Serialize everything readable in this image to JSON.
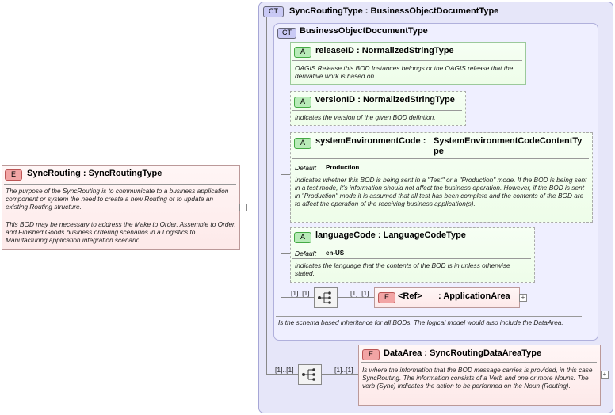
{
  "root": {
    "badge": "E",
    "name": "SyncRouting",
    "sep": ":",
    "type": "SyncRoutingType",
    "doc1": "The purpose of the SyncRouting is to communicate to a business application component or system the need to create a new Routing or to update an existing Routing structure.",
    "doc2": "This BOD may be necessary to address the Make to Order, Assemble to Order, and Finished Goods business ordering scenarios in a Logistics to Manufacturing application integration scenario.",
    "collapse": "−"
  },
  "complex_type": {
    "badge": "CT",
    "name": "SyncRoutingType",
    "sep": ":",
    "base": "BusinessObjectDocumentType"
  },
  "base_type": {
    "badge": "CT",
    "name": "BusinessObjectDocumentType",
    "doc": "Is the schema based inheritance for all BODs. The logical model would also include the DataArea."
  },
  "attributes": [
    {
      "badge": "A",
      "name": "releaseID",
      "sep": ":",
      "type": "NormalizedStringType",
      "doc": "OAGIS Release this BOD Instances belongs or the OAGIS release that the derivative work is based on."
    },
    {
      "badge": "A",
      "name": "versionID",
      "sep": ":",
      "type": "NormalizedStringType",
      "doc": "Indicates the version of the given BOD defintion."
    },
    {
      "badge": "A",
      "name": "systemEnvironmentCode",
      "sep": ":",
      "type_line1": "SystemEnvironmentCodeContentTy",
      "type_line2": "pe",
      "default_label": "Default",
      "default_value": "Production",
      "doc": "Indicates whether this BOD is being sent in a \"Test\" or a \"Production\" mode. If the BOD is being sent in a test mode, it's information should not affect the business operation. However, if the BOD is sent in \"Production\" mode it is assumed that all test has been complete and the contents of the BOD are to affect the operation of the receiving business application(s)."
    },
    {
      "badge": "A",
      "name": "languageCode",
      "sep": ":",
      "type": "LanguageCodeType",
      "default_label": "Default",
      "default_value": "en-US",
      "doc": "Indicates the language that the contents of the BOD is in unless otherwise stated."
    }
  ],
  "application_area": {
    "seq_mult": "[1]..[1]",
    "mult": "[1]..[1]",
    "badge": "E",
    "name": "<Ref>",
    "sep": ":",
    "type": "ApplicationArea",
    "expand": "+"
  },
  "data_area": {
    "seq_mult": "[1]..[1]",
    "mult": "[1]..[1]",
    "badge": "E",
    "name": "DataArea",
    "sep": ":",
    "type": "SyncRoutingDataAreaType",
    "doc": "Is where the information that the BOD message carries is provided, in this case SyncRouting. The information consists of a Verb and one or more Nouns. The verb (Sync) indicates the action to be performed on the Noun (Routing).",
    "expand": "+"
  }
}
